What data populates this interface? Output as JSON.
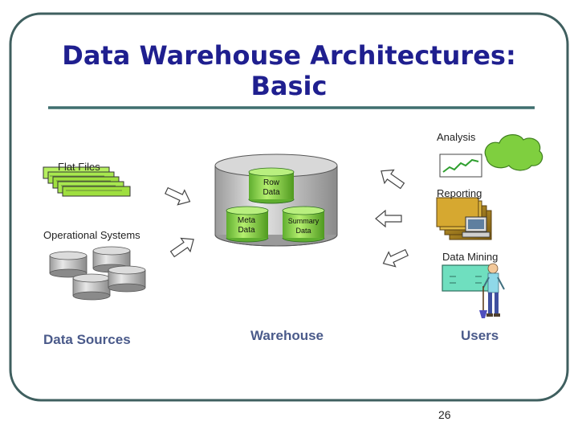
{
  "slide": {
    "title_line1": "Data Warehouse Architectures:",
    "title_line2": "Basic",
    "page_number": "26"
  },
  "sources": {
    "flat_files_label": "Flat Files",
    "operational_label": "Operational Systems",
    "section_label": "Data Sources"
  },
  "warehouse": {
    "row_data": [
      "Row",
      "Data"
    ],
    "meta_data": [
      "Meta",
      "Data"
    ],
    "summary_data": [
      "Summary",
      "Data"
    ],
    "section_label": "Warehouse"
  },
  "users": {
    "analysis_label": "Analysis",
    "reporting_label": "Reporting",
    "mining_label": "Data Mining",
    "section_label": "Users"
  },
  "colors": {
    "title": "#1f1f8f",
    "frame": "#3f5f5f",
    "underline": "#3f6f6f",
    "section": "#4a5a8a",
    "cloud": "#7fcf3f",
    "flat_files": "#9fdf3f"
  }
}
